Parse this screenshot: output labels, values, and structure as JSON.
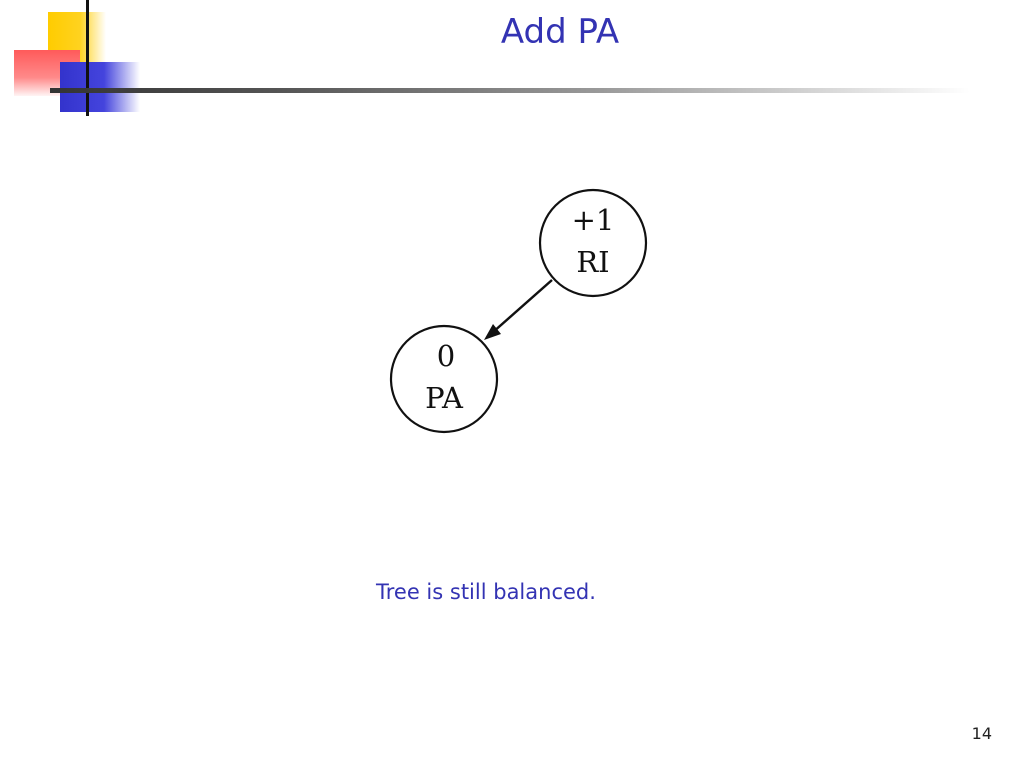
{
  "slide": {
    "title": "Add PA",
    "caption": "Tree is still balanced.",
    "page_number": "14"
  },
  "diagram": {
    "nodes": [
      {
        "id": "RI",
        "label": "RI",
        "balance": "+1"
      },
      {
        "id": "PA",
        "label": "PA",
        "balance": "0"
      }
    ],
    "edges": [
      {
        "from": "RI",
        "to": "PA"
      }
    ]
  },
  "colors": {
    "title": "#3333b3",
    "caption": "#3333b3",
    "logo_yellow": "#ffcc00",
    "logo_red": "#ff5a5a",
    "logo_blue": "#3333cc"
  }
}
